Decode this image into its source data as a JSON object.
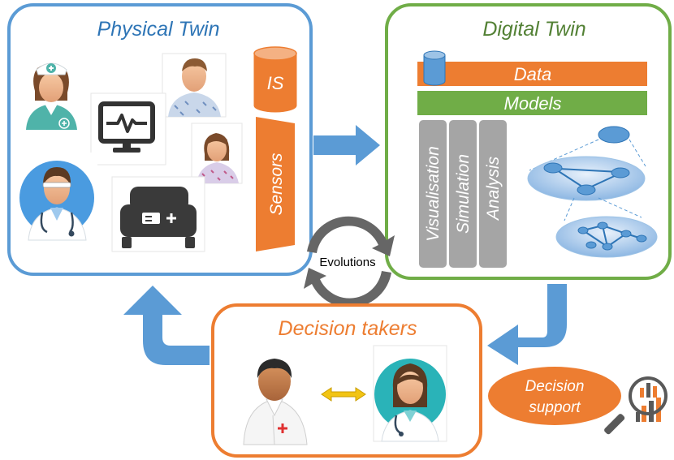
{
  "physical_twin": {
    "title": "Physical Twin",
    "is_label": "IS",
    "sensors_label": "Sensors",
    "icons": [
      "nurse-icon",
      "patient-man-icon",
      "heart-monitor-icon",
      "patient-woman-icon",
      "doctor-icon",
      "hospital-bed-icon"
    ]
  },
  "digital_twin": {
    "title": "Digital Twin",
    "data_label": "Data",
    "models_label": "Models",
    "columns": [
      "Visualisation",
      "Simulation",
      "Analysis"
    ],
    "icons": [
      "database-icon",
      "network-graph-icon"
    ]
  },
  "evolutions": {
    "label": "Evolutions"
  },
  "decision_takers": {
    "title": "Decision takers",
    "icons": [
      "male-doctor-icon",
      "female-doctor-icon",
      "exchange-arrow-icon"
    ]
  },
  "decision_support": {
    "line1": "Decision",
    "line2": "support",
    "icon": "magnifier-chart-icon"
  },
  "colors": {
    "physical_border": "#5b9bd5",
    "digital_border": "#70ad47",
    "decision_border": "#ed7d31",
    "orange": "#ed7d31",
    "green": "#70ad47",
    "blue_arrow": "#5b9bd5",
    "gray_column": "#a5a5a5",
    "physical_title": "#2e75b6",
    "digital_title": "#538135",
    "decision_title": "#ed7d31"
  }
}
